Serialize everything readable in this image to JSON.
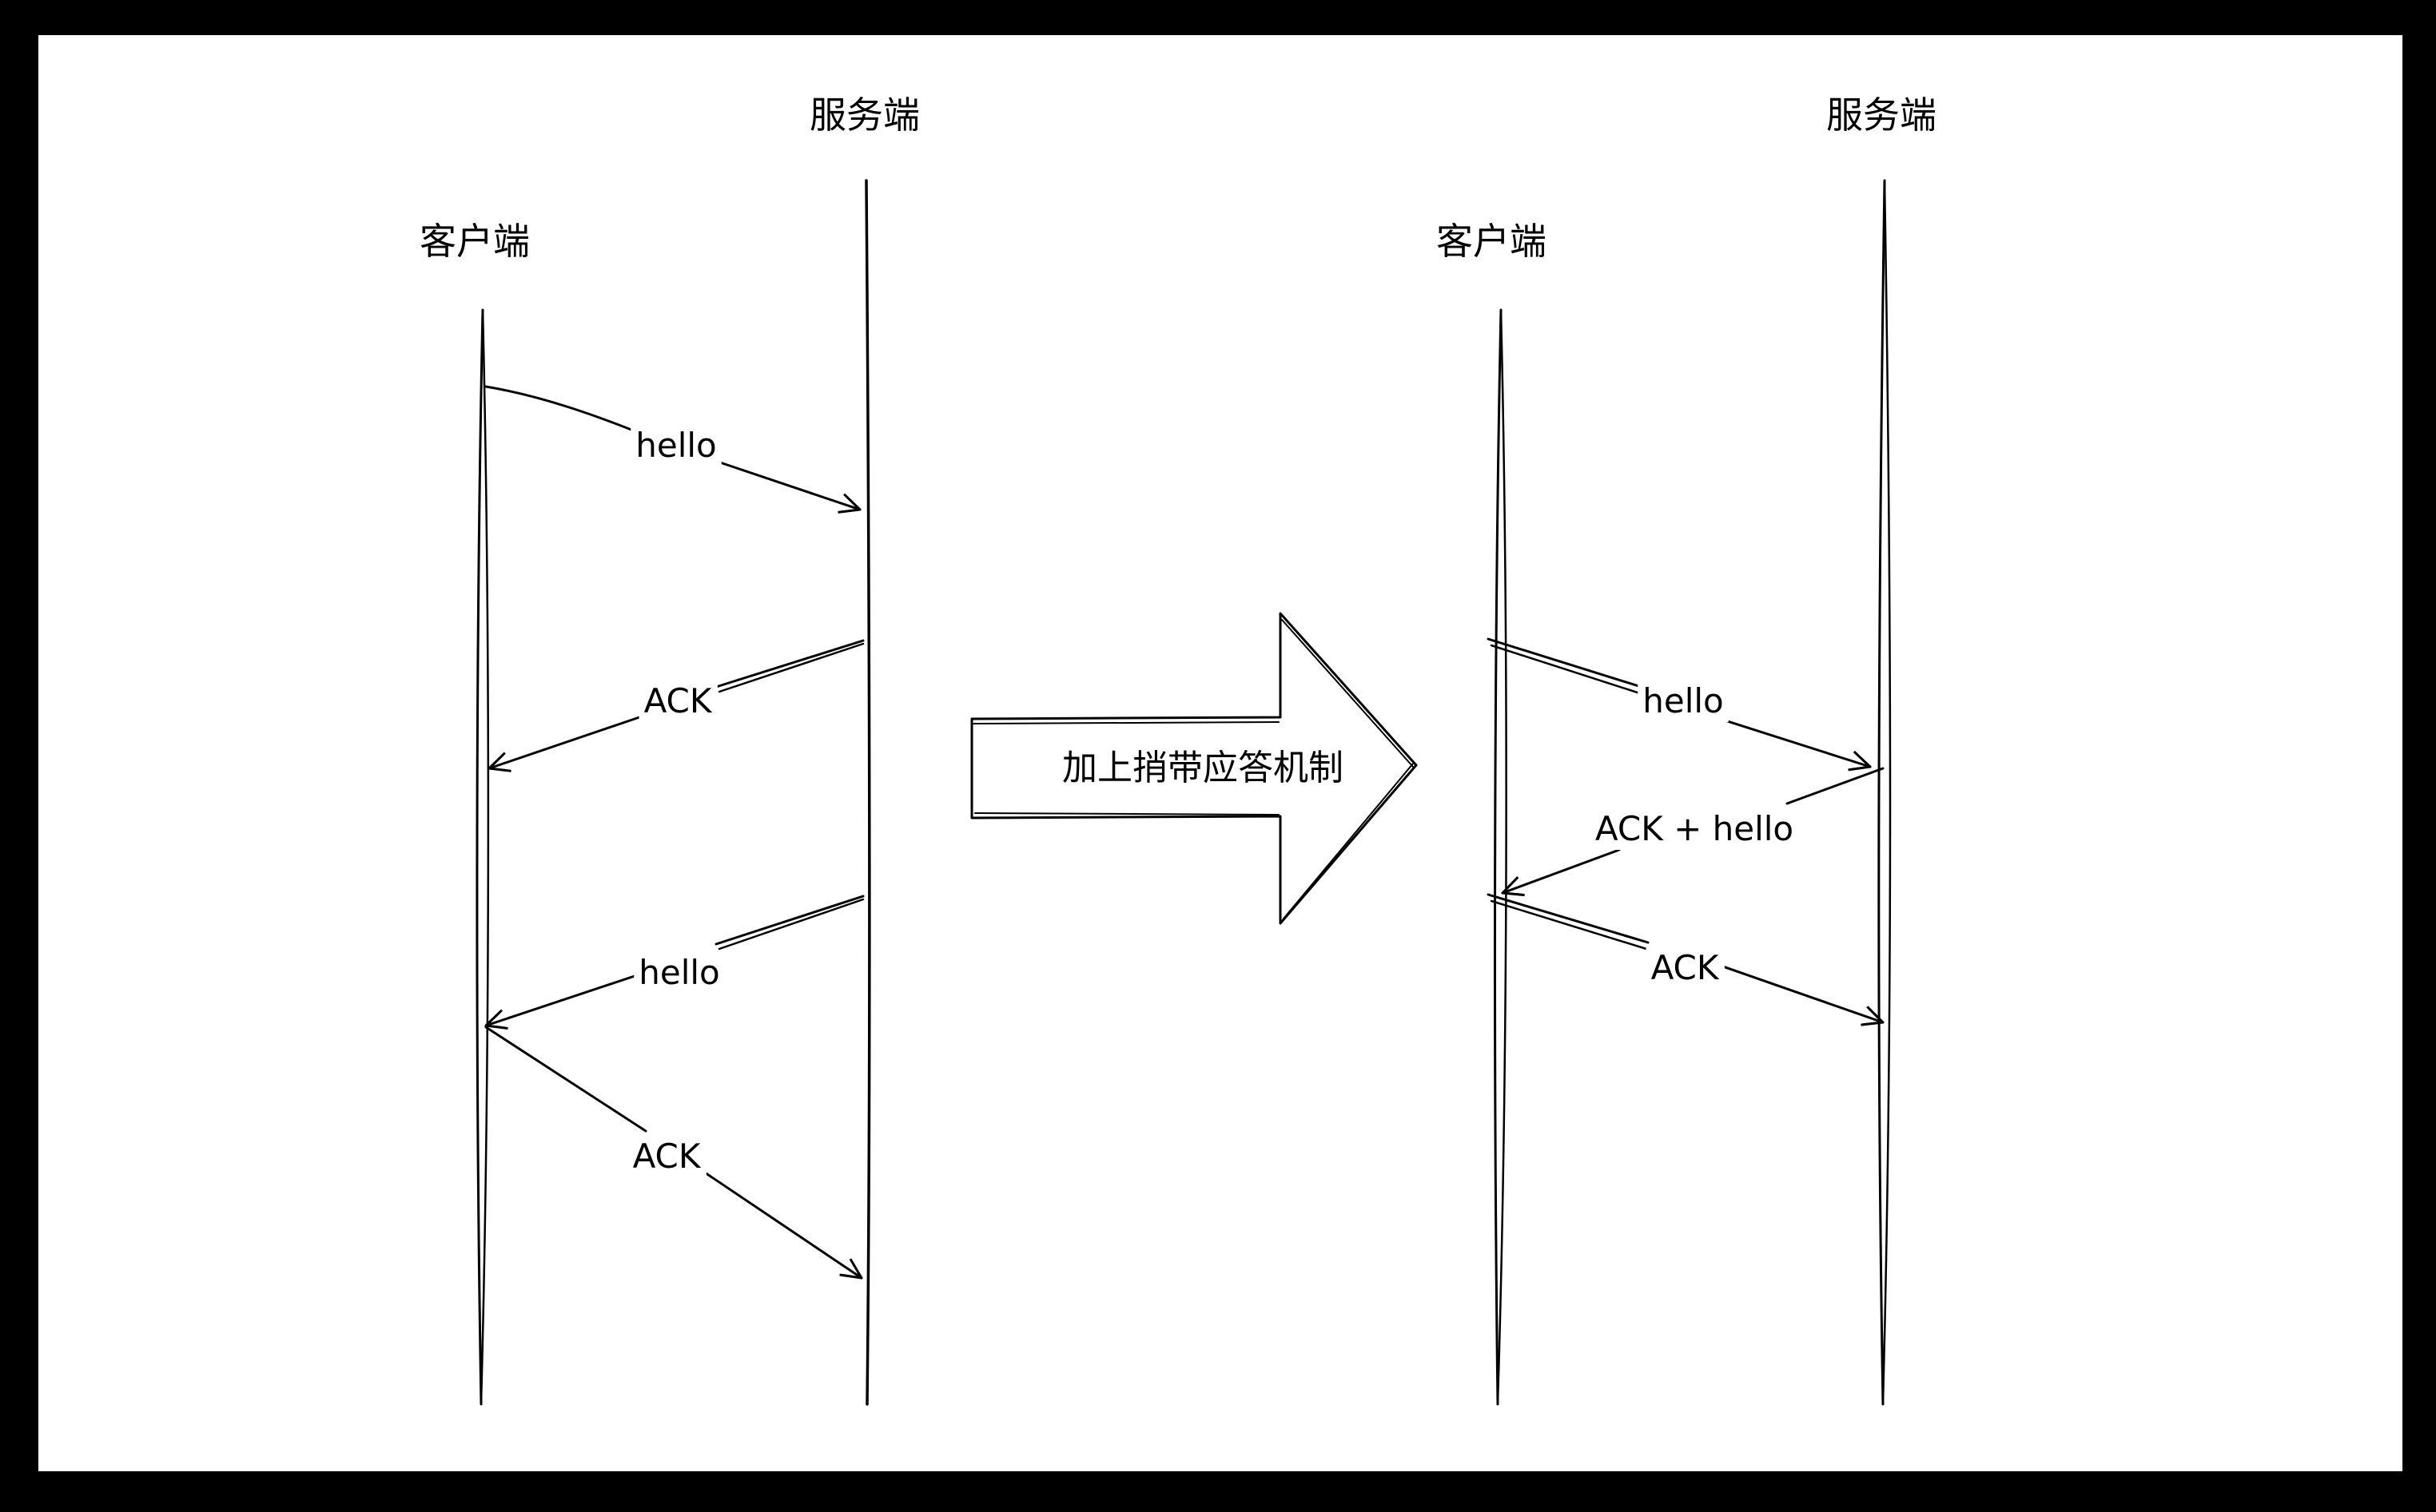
{
  "colors": {
    "background": "#000000",
    "canvas": "#ffffff",
    "ink": "#000000"
  },
  "before": {
    "server_label": "服务端",
    "client_label": "客户端",
    "messages": {
      "hello_1": "hello",
      "ack_1": "ACK",
      "hello_2": "hello",
      "ack_2": "ACK"
    }
  },
  "transition": {
    "arrow_label": "加上捎带应答机制"
  },
  "after": {
    "server_label": "服务端",
    "client_label": "客户端",
    "messages": {
      "hello": "hello",
      "ack_hello": "ACK + hello",
      "ack": "ACK"
    }
  }
}
